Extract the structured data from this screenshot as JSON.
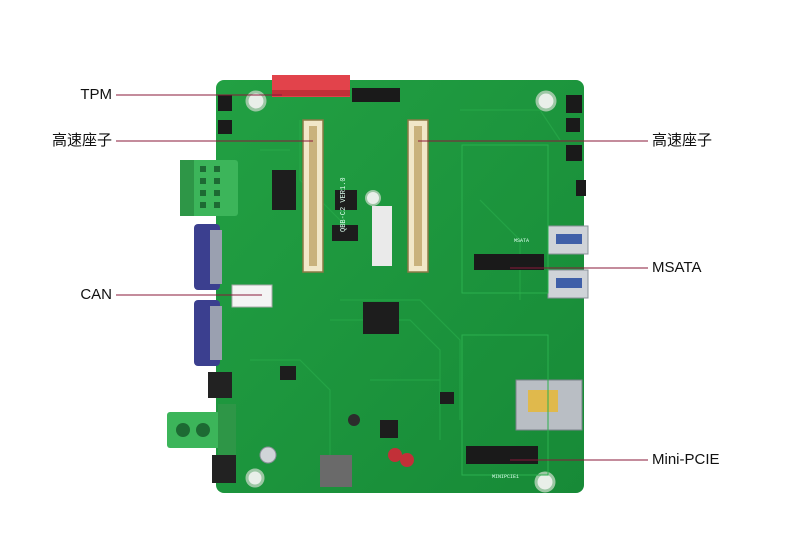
{
  "callouts": {
    "tpm": "TPM",
    "connector_left": "高速座子",
    "can": "CAN",
    "connector_right": "高速座子",
    "msata": "MSATA",
    "mini_pcie": "Mini-PCIE"
  },
  "board_markings": {
    "model": "QBB-C2 VER1.0",
    "msata_slot": "MSATA",
    "minipcie_slot": "MINIPCIE1"
  },
  "colors": {
    "pcb": "#1f9a3f",
    "pcb_dark": "#15803a",
    "callout_line": "#8a1a3a",
    "terminal_green": "#3cb55a",
    "header_red": "#e2434b"
  }
}
